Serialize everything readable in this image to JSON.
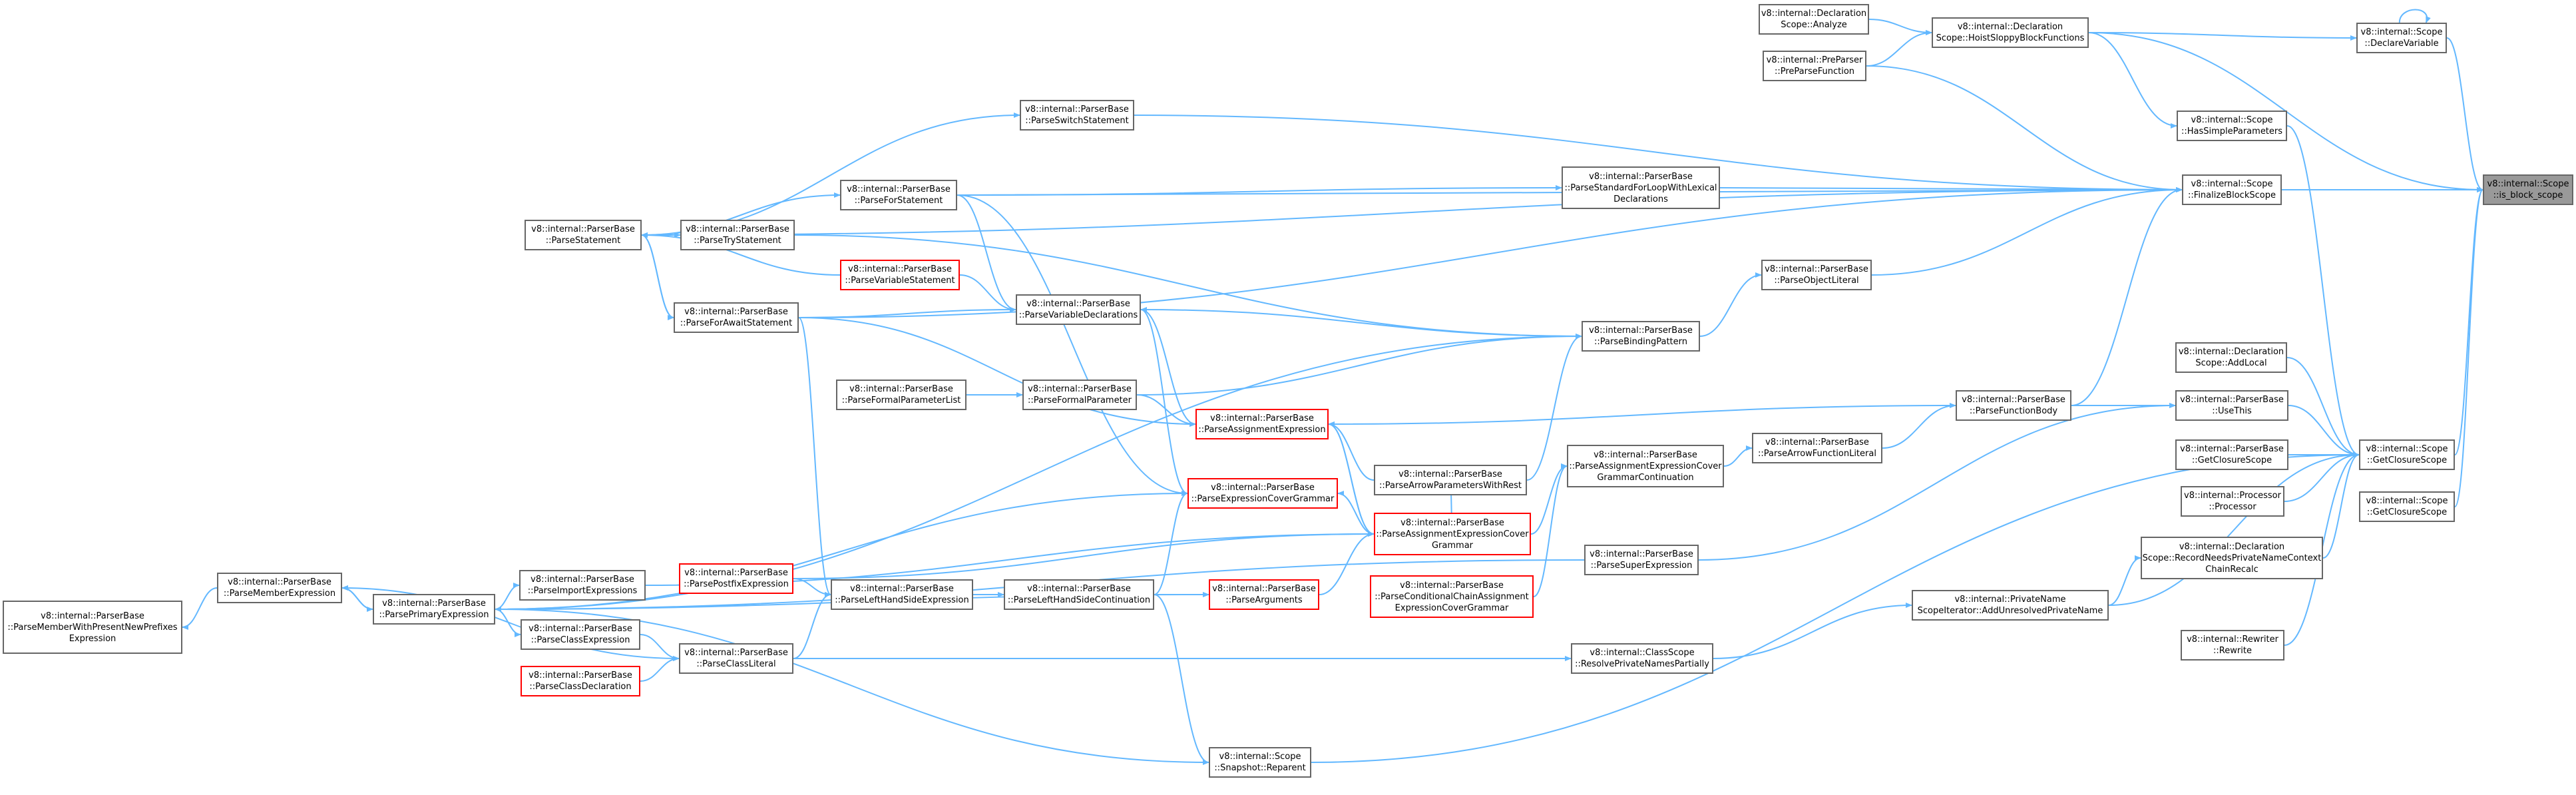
{
  "graph": {
    "type": "caller-graph",
    "colors": {
      "edge": "#63b8ff",
      "node_border": "#666666",
      "node_border_truncated": "#ff0000",
      "root_fill": "#999999"
    },
    "nodes": {
      "is_block_scope": {
        "lines": [
          "v8::internal::Scope",
          "::is_block_scope"
        ],
        "style": "root"
      },
      "DeclareVariable": {
        "lines": [
          "v8::internal::Scope",
          "::DeclareVariable"
        ],
        "style": "normal"
      },
      "HoistSloppy": {
        "lines": [
          "v8::internal::Declaration",
          "Scope::HoistSloppyBlockFunctions"
        ],
        "style": "normal"
      },
      "DeclAnalyze": {
        "lines": [
          "v8::internal::Declaration",
          "Scope::Analyze"
        ],
        "style": "normal"
      },
      "PreParseFunction": {
        "lines": [
          "v8::internal::PreParser",
          "::PreParseFunction"
        ],
        "style": "normal"
      },
      "HasSimpleParameters": {
        "lines": [
          "v8::internal::Scope",
          "::HasSimpleParameters"
        ],
        "style": "normal"
      },
      "FinalizeBlockScope": {
        "lines": [
          "v8::internal::Scope",
          "::FinalizeBlockScope"
        ],
        "style": "normal"
      },
      "ParseSwitchStatement": {
        "lines": [
          "v8::internal::ParserBase",
          "::ParseSwitchStatement"
        ],
        "style": "normal"
      },
      "ParseForStatement": {
        "lines": [
          "v8::internal::ParserBase",
          "::ParseForStatement"
        ],
        "style": "normal"
      },
      "ParseStdForLoop": {
        "lines": [
          "v8::internal::ParserBase",
          "::ParseStandardForLoopWithLexical",
          "Declarations"
        ],
        "style": "normal"
      },
      "ParseStatement": {
        "lines": [
          "v8::internal::ParserBase",
          "::ParseStatement"
        ],
        "style": "normal"
      },
      "ParseTryStatement": {
        "lines": [
          "v8::internal::ParserBase",
          "::ParseTryStatement"
        ],
        "style": "normal"
      },
      "ParseVariableStatement": {
        "lines": [
          "v8::internal::ParserBase",
          "::ParseVariableStatement"
        ],
        "style": "truncated"
      },
      "ParseVariableDeclarations": {
        "lines": [
          "v8::internal::ParserBase",
          "::ParseVariableDeclarations"
        ],
        "style": "normal"
      },
      "ParseObjectLiteral": {
        "lines": [
          "v8::internal::ParserBase",
          "::ParseObjectLiteral"
        ],
        "style": "normal"
      },
      "ParseForAwaitStatement": {
        "lines": [
          "v8::internal::ParserBase",
          "::ParseForAwaitStatement"
        ],
        "style": "normal"
      },
      "ParseBindingPattern": {
        "lines": [
          "v8::internal::ParserBase",
          "::ParseBindingPattern"
        ],
        "style": "normal"
      },
      "ParseFormalParameterList": {
        "lines": [
          "v8::internal::ParserBase",
          "::ParseFormalParameterList"
        ],
        "style": "normal"
      },
      "ParseFormalParameter": {
        "lines": [
          "v8::internal::ParserBase",
          "::ParseFormalParameter"
        ],
        "style": "normal"
      },
      "ParseAssignmentExpression": {
        "lines": [
          "v8::internal::ParserBase",
          "::ParseAssignmentExpression"
        ],
        "style": "truncated"
      },
      "ParseFunctionBody": {
        "lines": [
          "v8::internal::ParserBase",
          "::ParseFunctionBody"
        ],
        "style": "normal"
      },
      "DeclAddLocal": {
        "lines": [
          "v8::internal::Declaration",
          "Scope::AddLocal"
        ],
        "style": "normal"
      },
      "UseThis": {
        "lines": [
          "v8::internal::ParserBase",
          "::UseThis"
        ],
        "style": "normal"
      },
      "ParseArrowFunctionLiteral": {
        "lines": [
          "v8::internal::ParserBase",
          "::ParseArrowFunctionLiteral"
        ],
        "style": "normal"
      },
      "ParseArrowParametersWithRest": {
        "lines": [
          "v8::internal::ParserBase",
          "::ParseArrowParametersWithRest"
        ],
        "style": "normal"
      },
      "ParseAECGContinuation": {
        "lines": [
          "v8::internal::ParserBase",
          "::ParseAssignmentExpressionCover",
          "GrammarContinuation"
        ],
        "style": "normal"
      },
      "GetClosureScopePB": {
        "lines": [
          "v8::internal::ParserBase",
          "::GetClosureScope"
        ],
        "style": "normal"
      },
      "GetClosureScope1": {
        "lines": [
          "v8::internal::Scope",
          "::GetClosureScope"
        ],
        "style": "normal"
      },
      "ProcessorProcessor": {
        "lines": [
          "v8::internal::Processor",
          "::Processor"
        ],
        "style": "normal"
      },
      "ParseExpressionCoverGrammar": {
        "lines": [
          "v8::internal::ParserBase",
          "::ParseExpressionCoverGrammar"
        ],
        "style": "truncated"
      },
      "ParseAECG": {
        "lines": [
          "v8::internal::ParserBase",
          "::ParseAssignmentExpressionCover",
          "Grammar"
        ],
        "style": "truncated"
      },
      "ParseMemberExpression": {
        "lines": [
          "v8::internal::ParserBase",
          "::ParseMemberExpression"
        ],
        "style": "normal"
      },
      "ParseImportExpressions": {
        "lines": [
          "v8::internal::ParserBase",
          "::ParseImportExpressions"
        ],
        "style": "normal"
      },
      "ParsePostfixExpression": {
        "lines": [
          "v8::internal::ParserBase",
          "::ParsePostfixExpression"
        ],
        "style": "truncated"
      },
      "ParseLHSExpression": {
        "lines": [
          "v8::internal::ParserBase",
          "::ParseLeftHandSideExpression"
        ],
        "style": "normal"
      },
      "ParseLHSContinuation": {
        "lines": [
          "v8::internal::ParserBase",
          "::ParseLeftHandSideContinuation"
        ],
        "style": "normal"
      },
      "ParseArguments": {
        "lines": [
          "v8::internal::ParserBase",
          "::ParseArguments"
        ],
        "style": "truncated"
      },
      "ParseConditionalChain": {
        "lines": [
          "v8::internal::ParserBase",
          "::ParseConditionalChainAssignment",
          "ExpressionCoverGrammar"
        ],
        "style": "truncated"
      },
      "ParseSuperExpression": {
        "lines": [
          "v8::internal::ParserBase",
          "::ParseSuperExpression"
        ],
        "style": "normal"
      },
      "RecordNeedsPrivateName": {
        "lines": [
          "v8::internal::Declaration",
          "Scope::RecordNeedsPrivateNameContext",
          "ChainRecalc"
        ],
        "style": "normal"
      },
      "ParseMemberWithPresentNewPrefixes": {
        "lines": [
          "v8::internal::ParserBase",
          "::ParseMemberWithPresentNewPrefixes",
          "Expression"
        ],
        "style": "normal"
      },
      "ParsePrimaryExpression": {
        "lines": [
          "v8::internal::ParserBase",
          "::ParsePrimaryExpression"
        ],
        "style": "normal"
      },
      "ParseClassExpression": {
        "lines": [
          "v8::internal::ParserBase",
          "::ParseClassExpression"
        ],
        "style": "normal"
      },
      "ParseClassLiteral": {
        "lines": [
          "v8::internal::ParserBase",
          "::ParseClassLiteral"
        ],
        "style": "normal"
      },
      "ParseClassDeclaration": {
        "lines": [
          "v8::internal::ParserBase",
          "::ParseClassDeclaration"
        ],
        "style": "truncated"
      },
      "AddUnresolvedPrivateName": {
        "lines": [
          "v8::internal::PrivateName",
          "ScopeIterator::AddUnresolvedPrivateName"
        ],
        "style": "normal"
      },
      "GetClosureScope2": {
        "lines": [
          "v8::internal::Scope",
          "::GetClosureScope"
        ],
        "style": "normal"
      },
      "ResolvePrivateNamesPartially": {
        "lines": [
          "v8::internal::ClassScope",
          "::ResolvePrivateNamesPartially"
        ],
        "style": "normal"
      },
      "RewriterRewrite": {
        "lines": [
          "v8::internal::Rewriter",
          "::Rewrite"
        ],
        "style": "normal"
      },
      "SnapshotReparent": {
        "lines": [
          "v8::internal::Scope",
          "::Snapshot::Reparent"
        ],
        "style": "normal"
      }
    },
    "edges": [
      [
        "DeclareVariable",
        "is_block_scope"
      ],
      [
        "DeclareVariable",
        "DeclareVariable"
      ],
      [
        "HoistSloppy",
        "DeclareVariable"
      ],
      [
        "HoistSloppy",
        "is_block_scope"
      ],
      [
        "HoistSloppy",
        "HasSimpleParameters"
      ],
      [
        "DeclAnalyze",
        "HoistSloppy"
      ],
      [
        "PreParseFunction",
        "HoistSloppy"
      ],
      [
        "PreParseFunction",
        "FinalizeBlockScope"
      ],
      [
        "FinalizeBlockScope",
        "is_block_scope"
      ],
      [
        "HasSimpleParameters",
        "GetClosureScope1"
      ],
      [
        "ParseSwitchStatement",
        "FinalizeBlockScope"
      ],
      [
        "ParseStatement",
        "ParseSwitchStatement"
      ],
      [
        "ParseStatement",
        "ParseForStatement"
      ],
      [
        "ParseStatement",
        "ParseTryStatement"
      ],
      [
        "ParseStatement",
        "ParseForAwaitStatement"
      ],
      [
        "ParseStatement",
        "FinalizeBlockScope"
      ],
      [
        "ParseForStatement",
        "FinalizeBlockScope"
      ],
      [
        "ParseForStatement",
        "ParseStdForLoop"
      ],
      [
        "ParseForStatement",
        "ParseVariableDeclarations"
      ],
      [
        "ParseForStatement",
        "ParseExpressionCoverGrammar"
      ],
      [
        "ParseStdForLoop",
        "FinalizeBlockScope"
      ],
      [
        "ParseTryStatement",
        "ParseBindingPattern"
      ],
      [
        "ParseTryStatement",
        "ParseStatement"
      ],
      [
        "ParseVariableStatement",
        "ParseVariableDeclarations"
      ],
      [
        "ParseVariableStatement",
        "ParseStatement"
      ],
      [
        "ParseVariableDeclarations",
        "ParseBindingPattern"
      ],
      [
        "ParseVariableDeclarations",
        "ParseAssignmentExpression"
      ],
      [
        "ParseForAwaitStatement",
        "ParseVariableDeclarations"
      ],
      [
        "ParseForAwaitStatement",
        "ParseStatement"
      ],
      [
        "ParseForAwaitStatement",
        "FinalizeBlockScope"
      ],
      [
        "ParseForAwaitStatement",
        "ParseLHSExpression"
      ],
      [
        "ParseForAwaitStatement",
        "ParseAssignmentExpression"
      ],
      [
        "ParseObjectLiteral",
        "FinalizeBlockScope"
      ],
      [
        "ParseBindingPattern",
        "ParseObjectLiteral"
      ],
      [
        "ParseFormalParameterList",
        "ParseFormalParameter"
      ],
      [
        "ParseFormalParameter",
        "ParseBindingPattern"
      ],
      [
        "ParseFormalParameter",
        "ParseAssignmentExpression"
      ],
      [
        "ParseAssignmentExpression",
        "ParseAECG"
      ],
      [
        "ParseFunctionBody",
        "FinalizeBlockScope"
      ],
      [
        "ParseFunctionBody",
        "ParseAssignmentExpression"
      ],
      [
        "ParseArrowFunctionLiteral",
        "ParseFunctionBody"
      ],
      [
        "ParseAECGContinuation",
        "ParseArrowFunctionLiteral"
      ],
      [
        "ParseArrowParametersWithRest",
        "ParseBindingPattern"
      ],
      [
        "ParseArrowParametersWithRest",
        "ParseAssignmentExpression"
      ],
      [
        "ParseAECG",
        "ParseAECGContinuation"
      ],
      [
        "ParseAECG",
        "ParseExpressionCoverGrammar"
      ],
      [
        "ParseAECG",
        "ParseArrowParametersWithRest"
      ],
      [
        "ParseAECG",
        "ParseAssignmentExpression"
      ],
      [
        "ParseConditionalChain",
        "ParseAECGContinuation"
      ],
      [
        "ParseExpressionCoverGrammar",
        "ParseVariableDeclarations"
      ],
      [
        "ParseExpressionCoverGrammar",
        "ParsePrimaryExpression"
      ],
      [
        "ParseLHSContinuation",
        "ParseExpressionCoverGrammar"
      ],
      [
        "ParseLHSContinuation",
        "ParseArguments"
      ],
      [
        "ParseArguments",
        "ParseAECG"
      ],
      [
        "ParseLHSExpression",
        "ParseLHSContinuation"
      ],
      [
        "ParsePostfixExpression",
        "ParseLHSExpression"
      ],
      [
        "ParsePostfixExpression",
        "ParseAECG"
      ],
      [
        "ParseImportExpressions",
        "ParseAECG"
      ],
      [
        "ParseMemberExpression",
        "ParsePrimaryExpression"
      ],
      [
        "ParseMemberExpression",
        "ParseMemberWithPresentNewPrefixes"
      ],
      [
        "ParsePrimaryExpression",
        "ParseMemberExpression"
      ],
      [
        "ParsePrimaryExpression",
        "ParseImportExpressions"
      ],
      [
        "ParsePrimaryExpression",
        "ParseClassExpression"
      ],
      [
        "ParsePrimaryExpression",
        "ParseBindingPattern"
      ],
      [
        "ParsePrimaryExpression",
        "ParseArguments"
      ],
      [
        "ParseClassExpression",
        "ParseClassLiteral"
      ],
      [
        "ParseClassDeclaration",
        "ParseClassLiteral"
      ],
      [
        "ParseClassLiteral",
        "ParseLHSExpression"
      ],
      [
        "ParseClassLiteral",
        "ResolvePrivateNamesPartially"
      ],
      [
        "ParseClassLiteral",
        "ParseMemberExpression"
      ],
      [
        "ParseSuperExpression",
        "UseThis"
      ],
      [
        "ParseSuperExpression",
        "ParsePrimaryExpression"
      ],
      [
        "UseThis",
        "GetClosureScope1"
      ],
      [
        "ParseFunctionBody",
        "UseThis"
      ],
      [
        "DeclAddLocal",
        "GetClosureScope1"
      ],
      [
        "GetClosureScopePB",
        "GetClosureScope1"
      ],
      [
        "ProcessorProcessor",
        "GetClosureScope1"
      ],
      [
        "RecordNeedsPrivateName",
        "GetClosureScope1"
      ],
      [
        "AddUnresolvedPrivateName",
        "RecordNeedsPrivateName"
      ],
      [
        "AddUnresolvedPrivateName",
        "GetClosureScope1"
      ],
      [
        "ResolvePrivateNamesPartially",
        "AddUnresolvedPrivateName"
      ],
      [
        "GetClosureScope1",
        "is_block_scope"
      ],
      [
        "GetClosureScope2",
        "is_block_scope"
      ],
      [
        "RewriterRewrite",
        "GetClosureScope1"
      ],
      [
        "SnapshotReparent",
        "GetClosureScope1"
      ],
      [
        "SnapshotReparent",
        "ParsePrimaryExpression"
      ],
      [
        "ParseLHSContinuation",
        "SnapshotReparent"
      ]
    ]
  }
}
